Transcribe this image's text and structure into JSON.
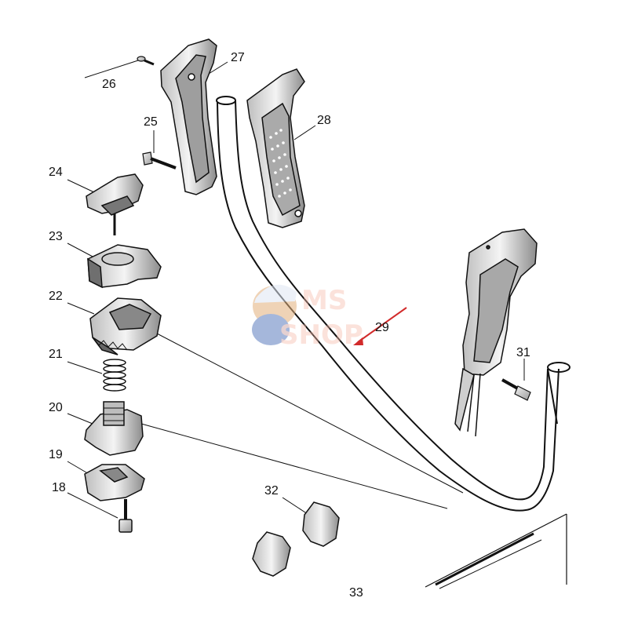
{
  "diagram": {
    "labels": [
      "18",
      "19",
      "20",
      "21",
      "22",
      "23",
      "24",
      "25",
      "26",
      "27",
      "28",
      "29",
      "31",
      "32",
      "33"
    ]
  },
  "watermark": {
    "line1": "MS",
    "line2": "SHOP",
    "color": "#f4b9a8"
  },
  "colors": {
    "line": "#111111",
    "arrow": "#d22b2b",
    "part_fill": "#d9d9d9",
    "part_dark": "#555555"
  }
}
